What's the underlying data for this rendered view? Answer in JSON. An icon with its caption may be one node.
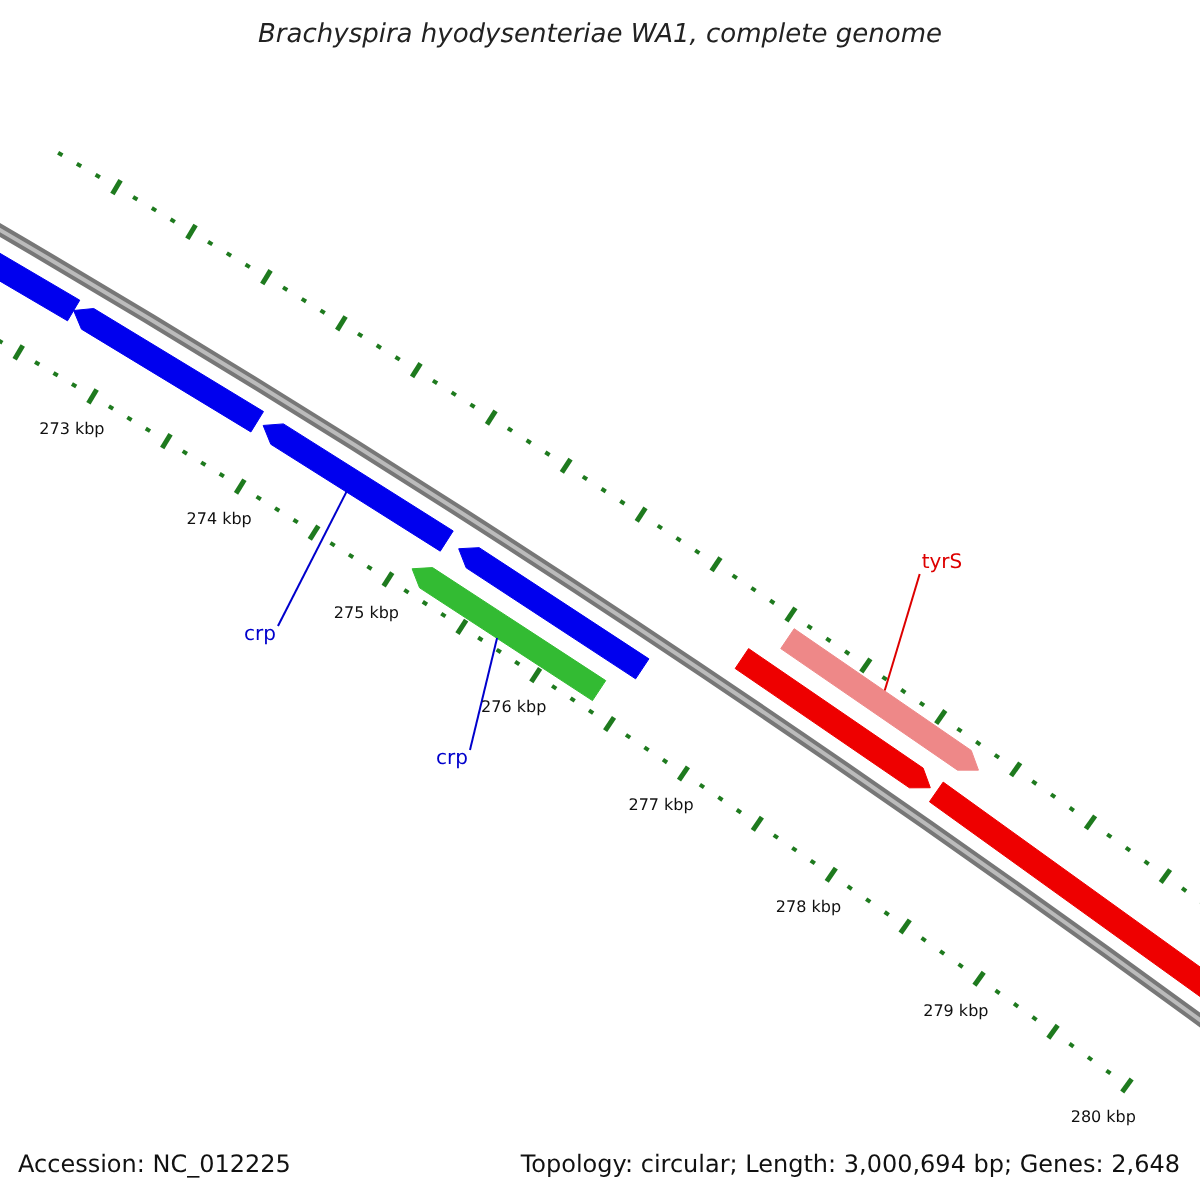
{
  "diagram": {
    "title": "Brachyspira hyodysenteriae WA1, complete genome",
    "nodes": [
      {
        "text": [
          "crp"
        ]
      },
      {
        "text": [
          "crp"
        ]
      },
      {
        "text": [
          "tyrS"
        ]
      },
      {
        "text": [],
        "shape": "bar"
      },
      {
        "text": [],
        "shape": "bar"
      },
      {
        "text": [],
        "shape": "bar"
      },
      {
        "text": [],
        "shape": "bar"
      },
      {
        "text": [],
        "shape": "bar"
      },
      {
        "text": [],
        "shape": "bar"
      },
      {
        "text": [],
        "shape": "bar"
      },
      {
        "text": [],
        "shape": "bar"
      }
    ],
    "edges": [
      {
        "from": 0,
        "to": 5,
        "arrow": "none"
      },
      {
        "from": 1,
        "to": 6,
        "arrow": "none"
      },
      {
        "from": 2,
        "to": 9,
        "arrow": "none",
        "color": "#dd0000"
      }
    ],
    "labels": [
      "273 kbp",
      "274 kbp",
      "275 kbp",
      "276 kbp",
      "277 kbp",
      "278 kbp",
      "279 kbp",
      "280 kbp",
      "Accession: NC_012225",
      "Topology: circular; Length: 3,000,694 bp; Genes: 2,648"
    ]
  }
}
